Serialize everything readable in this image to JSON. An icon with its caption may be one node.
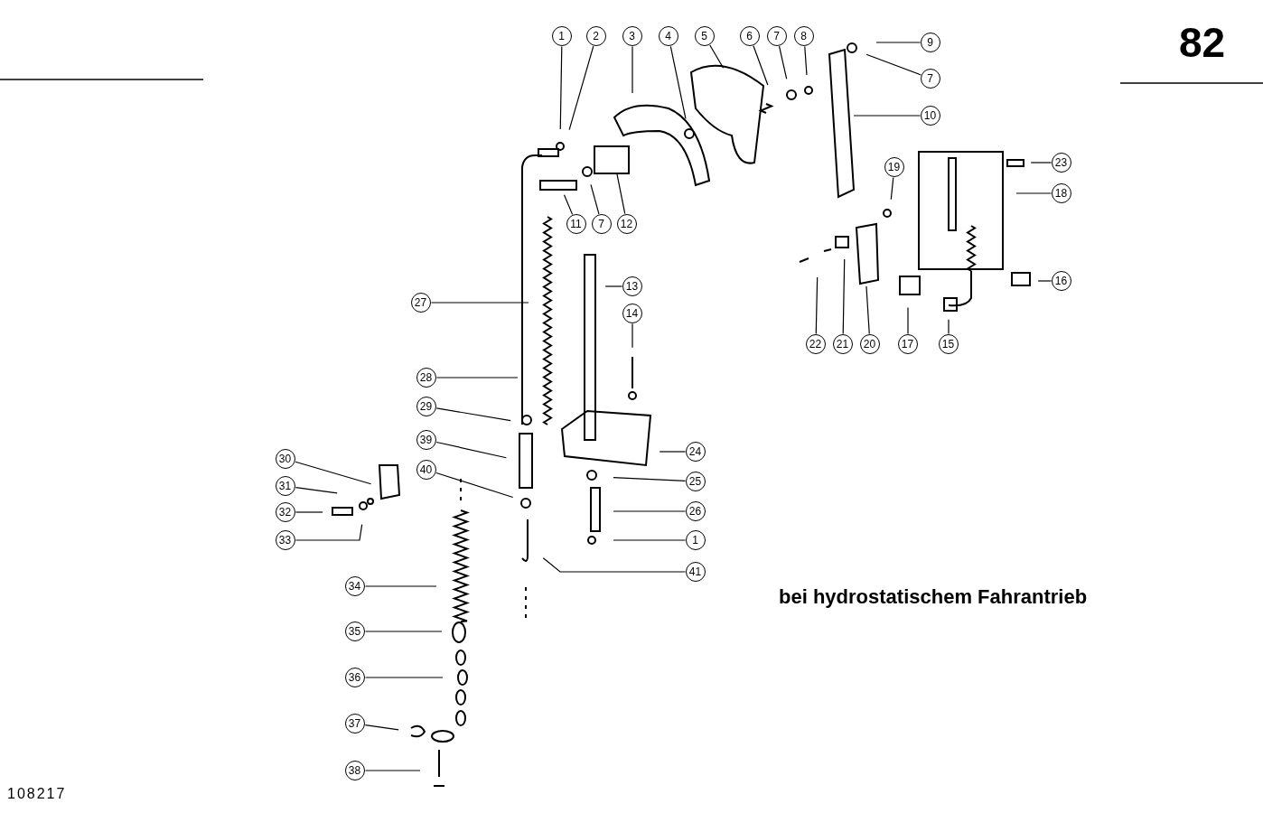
{
  "diagram": {
    "nodes": [
      {
        "text": [
          "1"
        ]
      },
      {
        "text": [
          "2"
        ]
      },
      {
        "text": [
          "3"
        ]
      },
      {
        "text": [
          "4"
        ]
      },
      {
        "text": [
          "5"
        ]
      },
      {
        "text": [
          "6"
        ]
      },
      {
        "text": [
          "7"
        ]
      },
      {
        "text": [
          "8"
        ]
      },
      {
        "text": [
          "9"
        ]
      },
      {
        "text": [
          "7"
        ]
      },
      {
        "text": [
          "10"
        ]
      },
      {
        "text": [
          "23"
        ]
      },
      {
        "text": [
          "18"
        ]
      },
      {
        "text": [
          "19"
        ]
      },
      {
        "text": [
          "11"
        ]
      },
      {
        "text": [
          "7"
        ]
      },
      {
        "text": [
          "12"
        ]
      },
      {
        "text": [
          "16"
        ]
      },
      {
        "text": [
          "27"
        ]
      },
      {
        "text": [
          "13"
        ]
      },
      {
        "text": [
          "14"
        ]
      },
      {
        "text": [
          "22"
        ]
      },
      {
        "text": [
          "21"
        ]
      },
      {
        "text": [
          "20"
        ]
      },
      {
        "text": [
          "17"
        ]
      },
      {
        "text": [
          "15"
        ]
      },
      {
        "text": [
          "28"
        ]
      },
      {
        "text": [
          "29"
        ]
      },
      {
        "text": [
          "39"
        ]
      },
      {
        "text": [
          "24"
        ]
      },
      {
        "text": [
          "30"
        ]
      },
      {
        "text": [
          "40"
        ]
      },
      {
        "text": [
          "25"
        ]
      },
      {
        "text": [
          "31"
        ]
      },
      {
        "text": [
          "32"
        ]
      },
      {
        "text": [
          "26"
        ]
      },
      {
        "text": [
          "33"
        ]
      },
      {
        "text": [
          "1"
        ]
      },
      {
        "text": [
          "41"
        ]
      },
      {
        "text": [
          "34"
        ]
      },
      {
        "text": [
          "35"
        ]
      },
      {
        "text": [
          "36"
        ]
      },
      {
        "text": [
          "37"
        ]
      },
      {
        "text": [
          "38"
        ]
      }
    ],
    "edges": [
      {
        "from": 0,
        "to": null,
        "arrow": "none"
      },
      {
        "from": 1,
        "to": null,
        "arrow": "none"
      },
      {
        "from": 2,
        "to": null,
        "arrow": "none"
      },
      {
        "from": 3,
        "to": null,
        "arrow": "none"
      },
      {
        "from": 4,
        "to": null,
        "arrow": "none"
      },
      {
        "from": 5,
        "to": null,
        "arrow": "none"
      },
      {
        "from": 6,
        "to": null,
        "arrow": "none"
      },
      {
        "from": 7,
        "to": null,
        "arrow": "none"
      },
      {
        "from": 8,
        "to": null,
        "arrow": "none"
      },
      {
        "from": 9,
        "to": null,
        "arrow": "none"
      },
      {
        "from": 10,
        "to": null,
        "arrow": "none"
      },
      {
        "from": 11,
        "to": null,
        "arrow": "none"
      },
      {
        "from": 12,
        "to": null,
        "arrow": "none"
      },
      {
        "from": 13,
        "to": null,
        "arrow": "none"
      },
      {
        "from": 14,
        "to": null,
        "arrow": "none"
      },
      {
        "from": 15,
        "to": null,
        "arrow": "none"
      },
      {
        "from": 16,
        "to": null,
        "arrow": "none"
      },
      {
        "from": 17,
        "to": null,
        "arrow": "none"
      },
      {
        "from": 18,
        "to": null,
        "arrow": "none"
      },
      {
        "from": 19,
        "to": null,
        "arrow": "none"
      },
      {
        "from": 20,
        "to": null,
        "arrow": "none"
      },
      {
        "from": 21,
        "to": null,
        "arrow": "none"
      },
      {
        "from": 22,
        "to": null,
        "arrow": "none"
      },
      {
        "from": 23,
        "to": null,
        "arrow": "none"
      },
      {
        "from": 24,
        "to": null,
        "arrow": "none"
      },
      {
        "from": 25,
        "to": null,
        "arrow": "none"
      },
      {
        "from": 26,
        "to": null,
        "arrow": "none"
      },
      {
        "from": 27,
        "to": null,
        "arrow": "none"
      },
      {
        "from": 28,
        "to": null,
        "arrow": "none"
      },
      {
        "from": 29,
        "to": null,
        "arrow": "none"
      },
      {
        "from": 30,
        "to": null,
        "arrow": "none"
      },
      {
        "from": 31,
        "to": null,
        "arrow": "none"
      },
      {
        "from": 32,
        "to": null,
        "arrow": "none"
      },
      {
        "from": 33,
        "to": null,
        "arrow": "none"
      },
      {
        "from": 34,
        "to": null,
        "arrow": "none"
      },
      {
        "from": 35,
        "to": null,
        "arrow": "none"
      },
      {
        "from": 36,
        "to": null,
        "arrow": "none"
      },
      {
        "from": 37,
        "to": null,
        "arrow": "none"
      },
      {
        "from": 38,
        "to": null,
        "arrow": "none"
      },
      {
        "from": 39,
        "to": null,
        "arrow": "none"
      },
      {
        "from": 40,
        "to": null,
        "arrow": "none"
      },
      {
        "from": 41,
        "to": null,
        "arrow": "none"
      },
      {
        "from": 42,
        "to": null,
        "arrow": "none"
      },
      {
        "from": 43,
        "to": null,
        "arrow": "none"
      }
    ],
    "labels": [
      "82",
      "bei hydrostatischem Fahrantrieb",
      "108217"
    ]
  }
}
